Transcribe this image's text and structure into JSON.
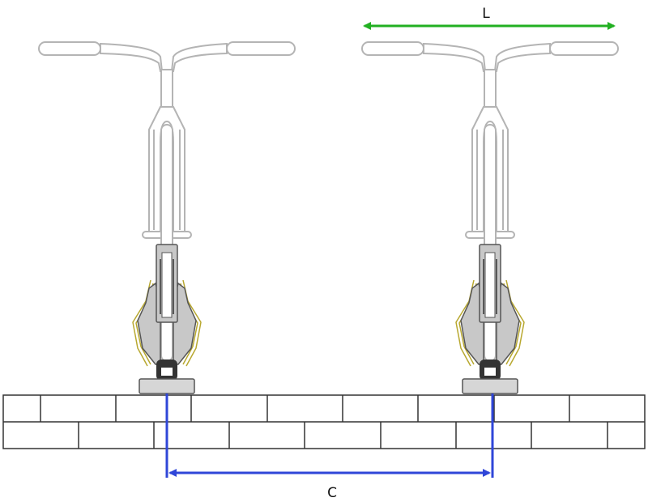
{
  "labels": {
    "handlebar_width": "L",
    "center_distance": "C"
  },
  "colors": {
    "width_dimension": "#22b022",
    "center_dimension": "#2f46d8",
    "bike_outline": "#b4b4b4",
    "rack_clamp": "#c8c8c8",
    "rack_wire": "#b8a830",
    "tire": "#333333",
    "ground_line": "#333333"
  },
  "bicycles": [
    {
      "id": "left-bike"
    },
    {
      "id": "right-bike"
    }
  ]
}
